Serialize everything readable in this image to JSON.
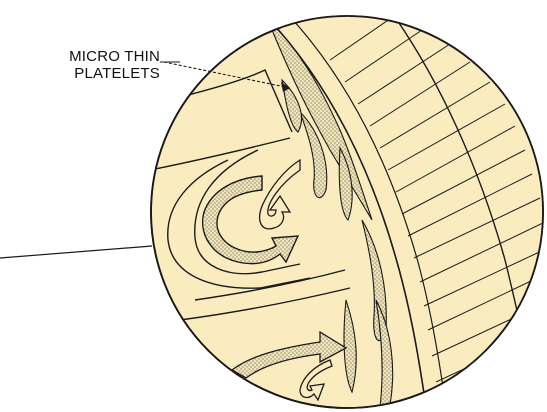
{
  "callout": {
    "line1": "MICRO THIN",
    "line2": "PLATELETS"
  },
  "colors": {
    "background": "#ffffff",
    "magnifier_fill": "#fbecc0",
    "outline": "#1a1a1a",
    "stipple_fill": "#d9cfb0"
  },
  "icons": [
    "magnifier-circle",
    "flow-arrow-large",
    "flow-arrow-small",
    "flow-arrow-bottom",
    "platelet-shapes",
    "hatched-wall"
  ]
}
